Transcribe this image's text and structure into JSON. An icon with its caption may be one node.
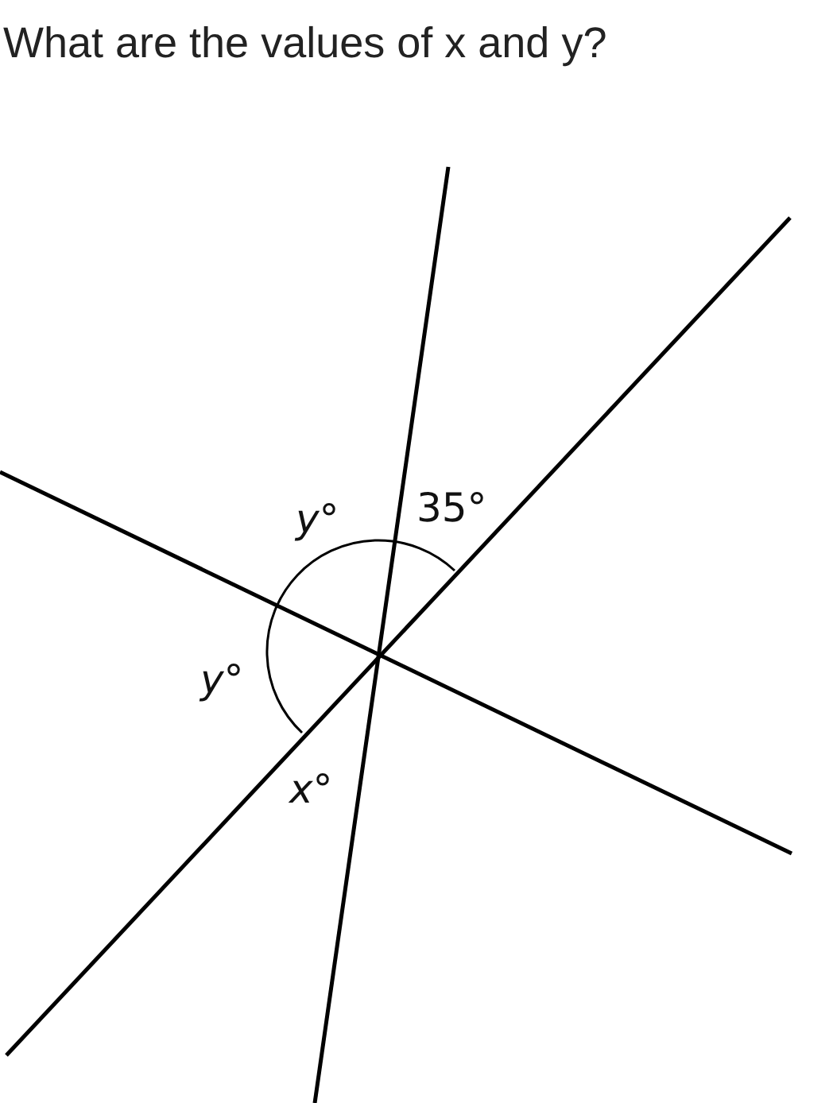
{
  "diagram": {
    "title": "What are the values of x and y?",
    "labels": [
      "y°",
      "35°",
      "y°",
      "x°"
    ]
  }
}
